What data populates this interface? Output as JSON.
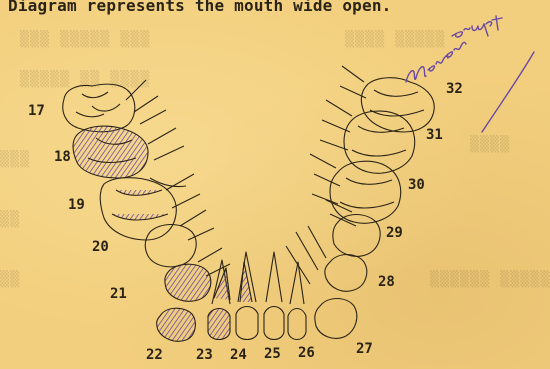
{
  "document": {
    "caption": "Diagram represents the mouth wide open."
  },
  "handwritten_note": {
    "text": "never-erupt",
    "ink_color": "#6b4aa3"
  },
  "tooth_numbers": [
    "17",
    "18",
    "19",
    "20",
    "21",
    "22",
    "23",
    "24",
    "25",
    "26",
    "27",
    "28",
    "29",
    "30",
    "31",
    "32"
  ],
  "colors": {
    "paper": "#f2cf7e",
    "ink": "#2b2416",
    "purple_ink": "#6b4aa3"
  }
}
